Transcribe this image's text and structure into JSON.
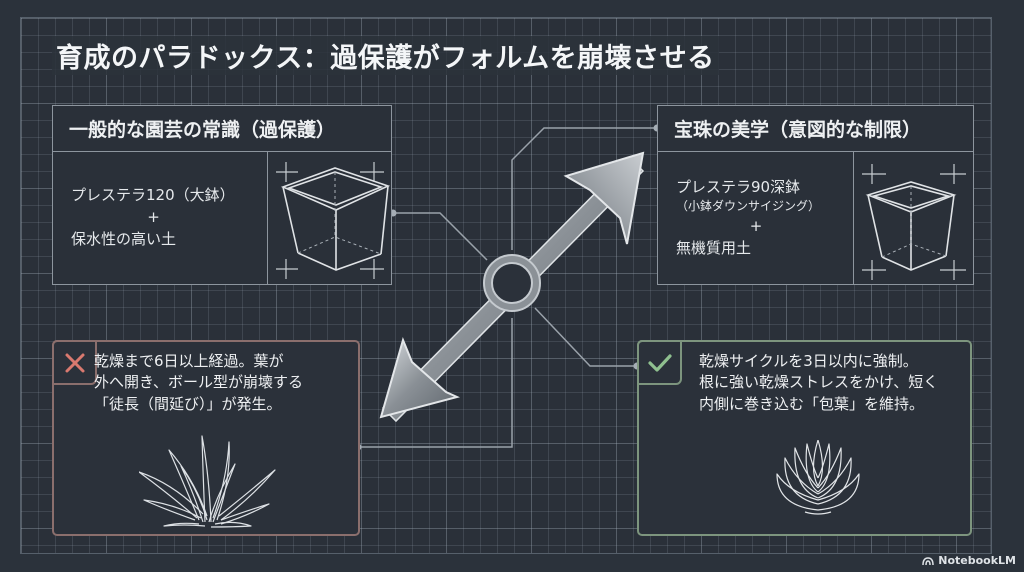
{
  "title": "育成のパラドックス：過保護がフォルムを崩壊させる",
  "left_panel": {
    "heading": "一般的な園芸の常識（過保護）",
    "line1": "プレステラ120（大鉢）",
    "plus": "+",
    "line2": "保水性の高い土",
    "illustration": "wide-pot-icon"
  },
  "right_panel": {
    "heading": "宝珠の美学（意図的な制限）",
    "line1": "プレステラ90深鉢",
    "line1_note": "（小鉢ダウンサイジング）",
    "plus": "+",
    "line2": "無機質用土",
    "illustration": "deep-pot-icon"
  },
  "bad_outcome": {
    "icon": "cross-icon",
    "icon_color": "#d9796f",
    "lines": [
      "乾燥まで6日以上経過。葉が",
      "外へ開き、ボール型が崩壊する",
      "「徒長（間延び）」が発生。"
    ],
    "illustration": "spread-agave-icon",
    "border_color": "#8b6f6d"
  },
  "good_outcome": {
    "icon": "check-icon",
    "icon_color": "#8fc08f",
    "lines": [
      "乾燥サイクルを3日以内に強制。",
      "根に強い乾燥ストレスをかけ、短く",
      "内側に巻き込む「包葉」を維持。"
    ],
    "illustration": "compact-rosette-icon",
    "border_color": "#7d957e"
  },
  "center": {
    "icon": "double-arrow-icon"
  },
  "watermark": {
    "label": "NotebookLM"
  }
}
